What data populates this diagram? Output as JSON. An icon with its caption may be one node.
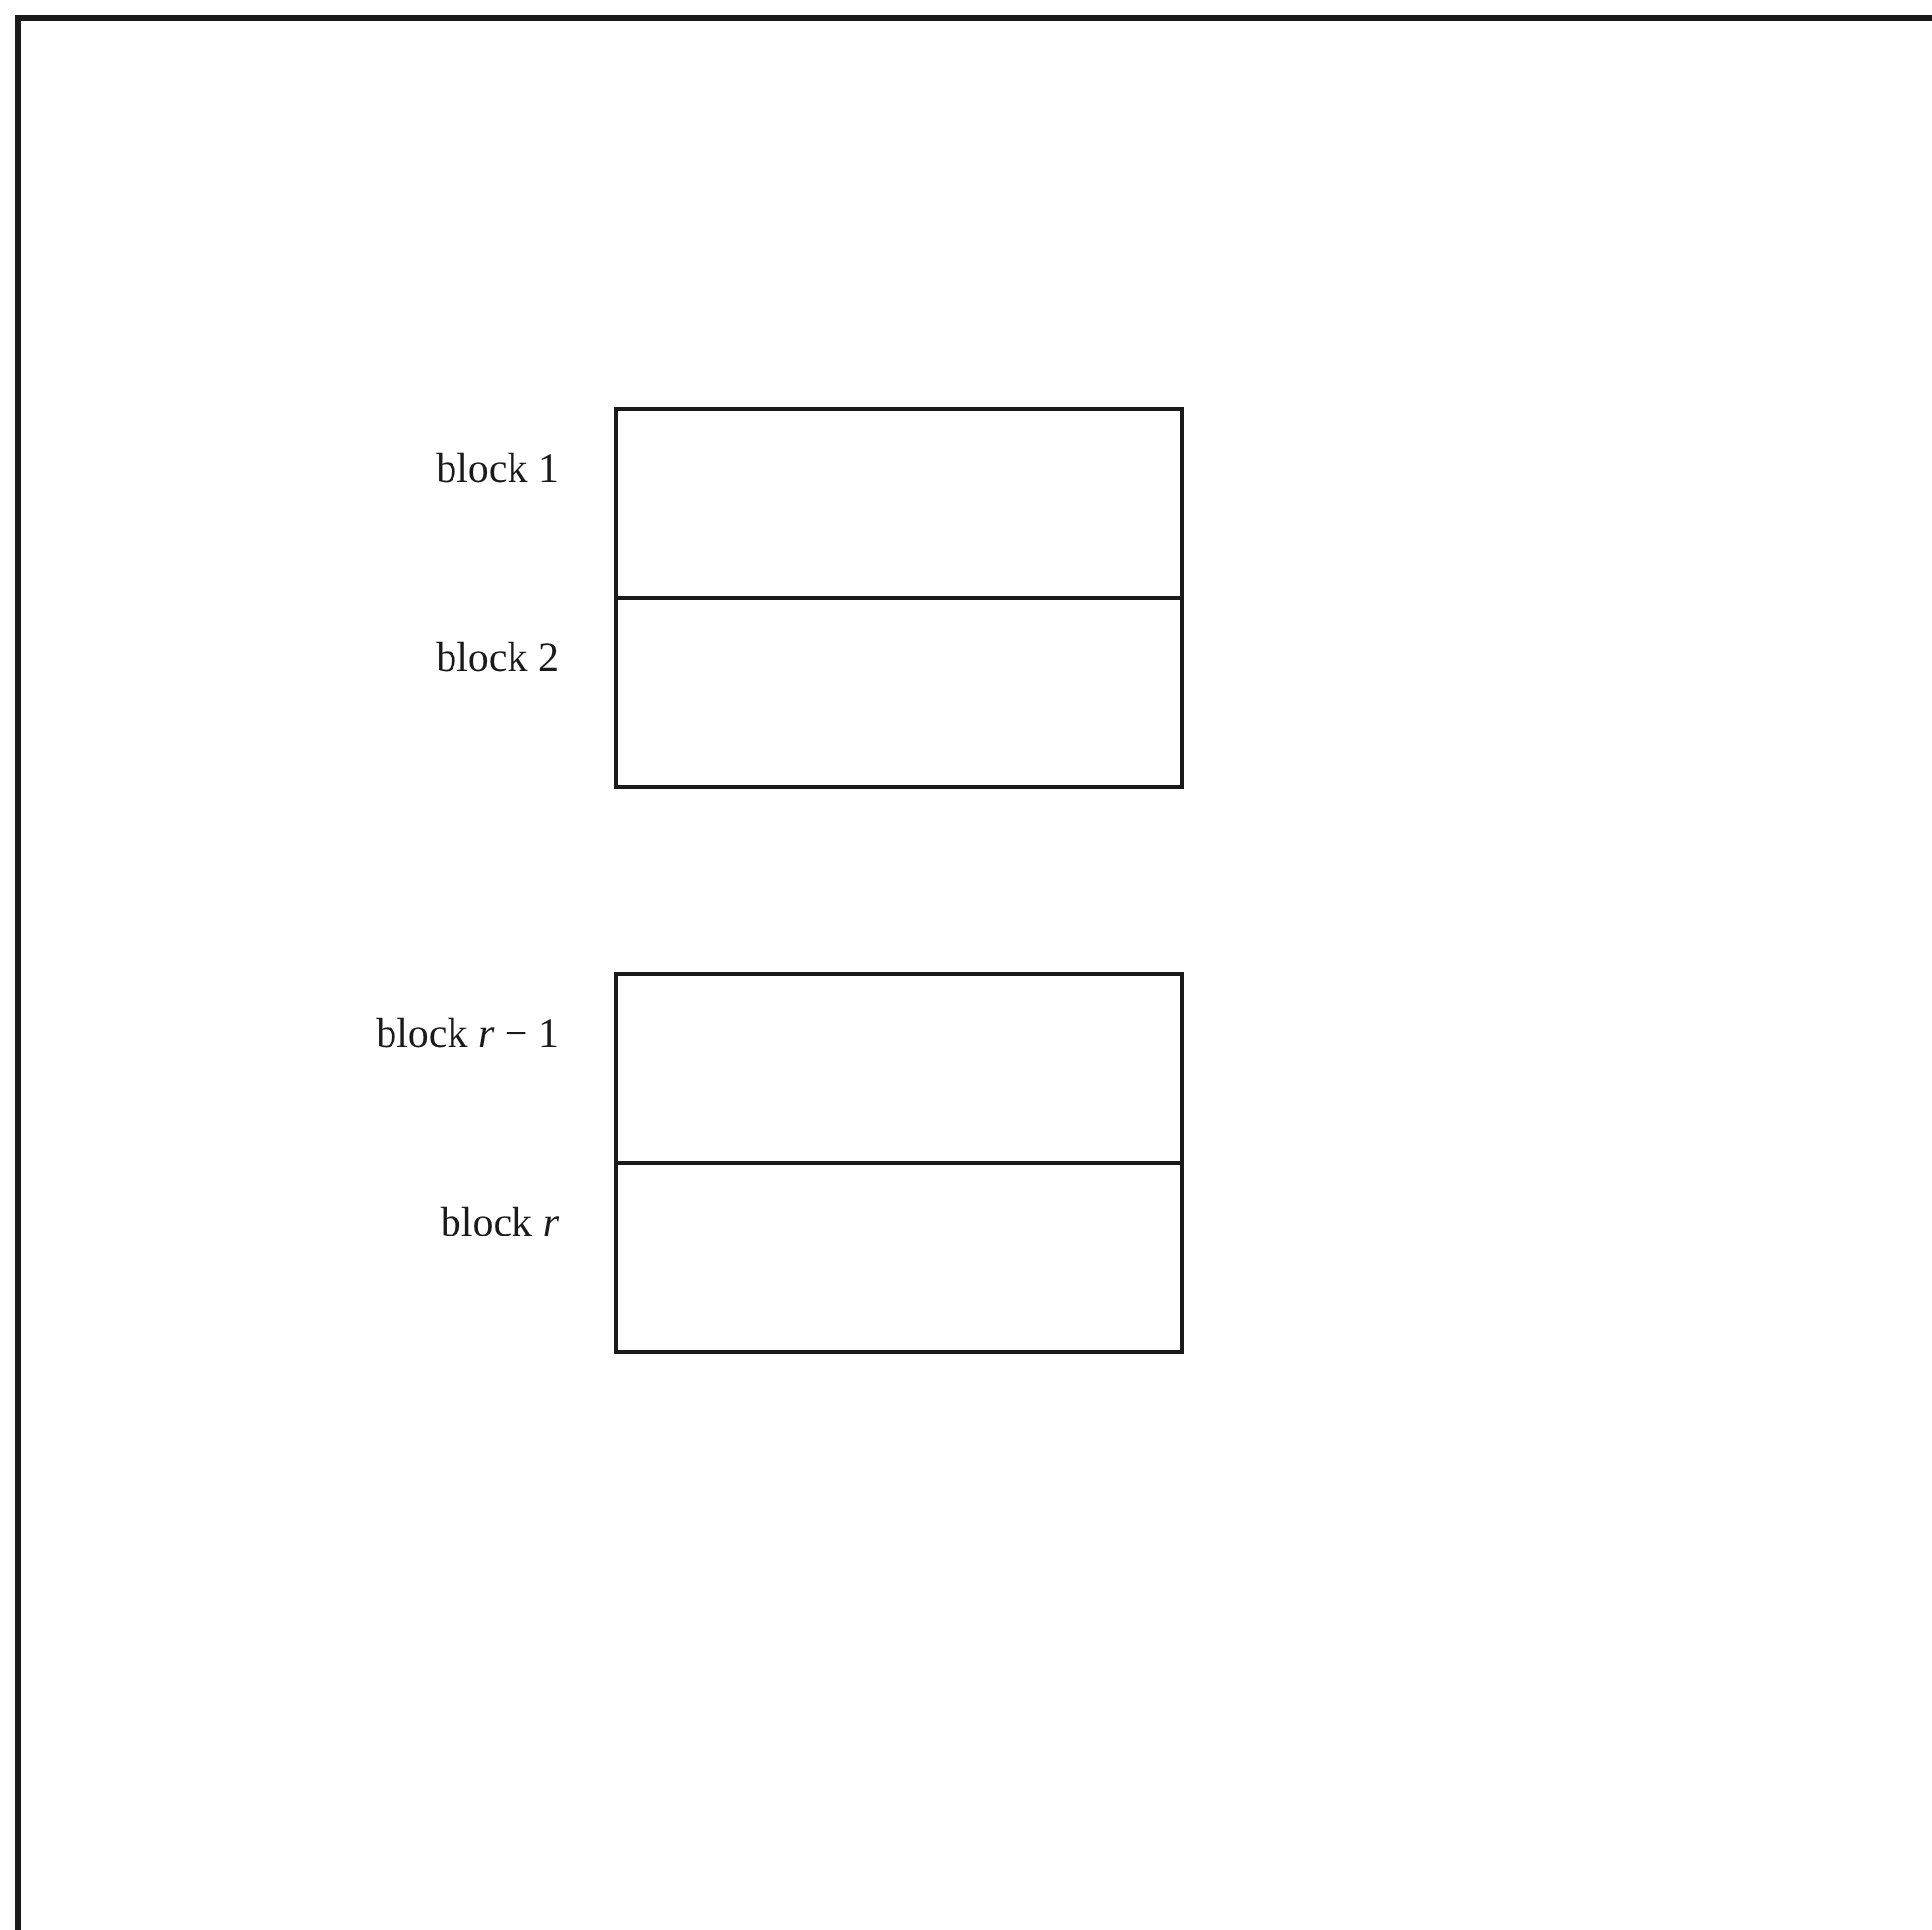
{
  "diagram": {
    "nodes": [
      {
        "text": [],
        "shape": "box",
        "beside": [
          "block 1"
        ]
      },
      {
        "text": [],
        "shape": "box",
        "beside": [
          "block 2"
        ]
      },
      {
        "text": [],
        "shape": "box",
        "beside": [
          "block *r* − 1"
        ]
      },
      {
        "text": [],
        "shape": "box",
        "beside": [
          "block *r*"
        ]
      }
    ],
    "edges": []
  }
}
